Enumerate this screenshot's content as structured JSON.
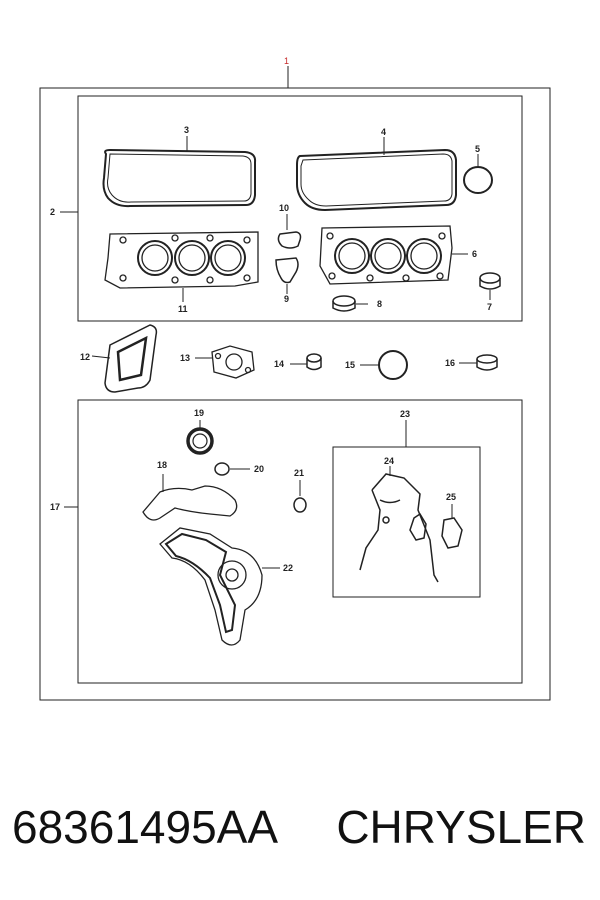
{
  "diagram": {
    "assembly_callout": "1",
    "callouts": {
      "c2": "2",
      "c3": "3",
      "c4": "4",
      "c5": "5",
      "c6": "6",
      "c7": "7",
      "c8": "8",
      "c9": "9",
      "c10": "10",
      "c11": "11",
      "c12": "12",
      "c13": "13",
      "c14": "14",
      "c15": "15",
      "c16": "16",
      "c17": "17",
      "c18": "18",
      "c19": "19",
      "c20": "20",
      "c21": "21",
      "c22": "22",
      "c23": "23",
      "c24": "24",
      "c25": "25"
    }
  },
  "footer": {
    "part_number": "68361495AA",
    "brand": "CHRYSLER"
  }
}
